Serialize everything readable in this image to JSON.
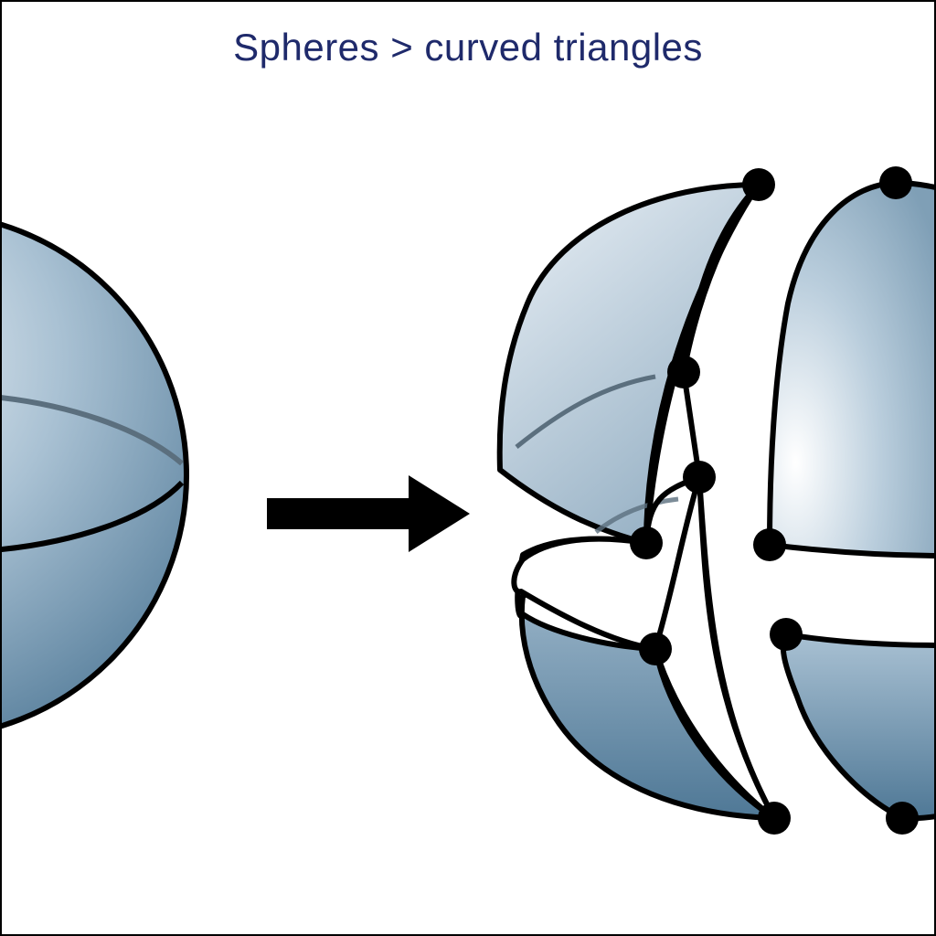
{
  "title": "Spheres > curved triangles",
  "colors": {
    "title_text": "#1f2a6b",
    "outline": "#000000",
    "fill_light": "#e6eef4",
    "fill_mid": "#a9c1d3",
    "fill_dark": "#4f7896"
  },
  "figure": {
    "left_shape": "sphere",
    "connector": "arrow-right-icon",
    "right_shape": "sphere split into curved triangle patches",
    "patch_count": 4
  }
}
